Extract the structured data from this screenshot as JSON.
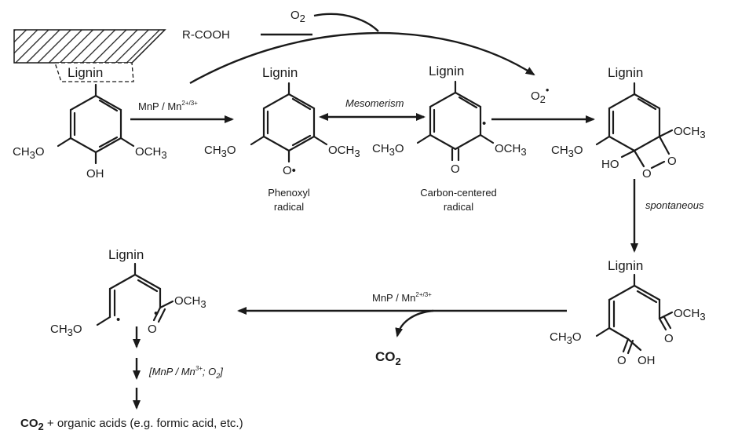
{
  "reagents": {
    "acid": "R-COOH",
    "o2": "O",
    "o2_sub": "2",
    "superoxide": "O",
    "superoxide_sub": "2",
    "superoxide_sup": "•"
  },
  "steps": {
    "mnp_oxidation": "MnP / Mn",
    "mnp_oxidation_sup": "2+/3+",
    "mesomerism": "Mesomerism",
    "spontaneous": "spontaneous",
    "mnp_decarboxylation": "MnP / Mn",
    "mnp_decarboxylation_sup": "2+/3+",
    "co2": "CO",
    "co2_sub": "2",
    "further_prefix": "[MnP / Mn",
    "further_sup": "3+",
    "further_mid": "; O",
    "further_sub": "2",
    "further_suffix": "]"
  },
  "molecules": {
    "lignin": "Lignin",
    "ch3o": "CH",
    "ch3o_sub": "3",
    "ch3o_end": "O",
    "och3": "OCH",
    "och3_sub": "3",
    "oh": "OH",
    "ho": "HO",
    "o_radical": "O•",
    "o": "O",
    "radical_dot": "•"
  },
  "captions": {
    "phenoxyl_1": "Phenoxyl",
    "phenoxyl_2": "radical",
    "carbon_1": "Carbon-centered",
    "carbon_2": "radical"
  },
  "products": {
    "co2": "CO",
    "co2_sub": "2",
    "rest": " + organic acids (e.g. formic acid, etc.)"
  }
}
